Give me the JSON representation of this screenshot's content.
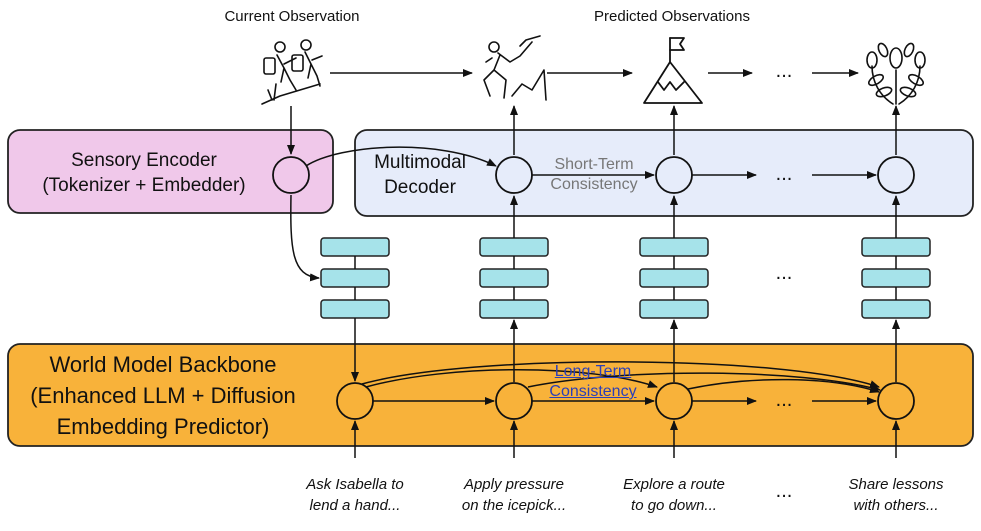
{
  "top": {
    "current_observation": "Current Observation",
    "predicted_observations": "Predicted Observations"
  },
  "encoder": {
    "line1": "Sensory Encoder",
    "line2": "(Tokenizer + Embedder)"
  },
  "decoder": {
    "line1": "Multimodal",
    "line2": "Decoder",
    "annotation_line1": "Short-Term",
    "annotation_line2": "Consistency"
  },
  "backbone": {
    "line1": "World Model Backbone",
    "line2": "(Enhanced LLM + Diffusion",
    "line3": "Embedding Predictor)",
    "annotation_line1": "Long-Term",
    "annotation_line2": "Consistency"
  },
  "actions": [
    {
      "line1": "Ask Isabella to",
      "line2": "lend a hand..."
    },
    {
      "line1": "Apply pressure",
      "line2": "on the icepick..."
    },
    {
      "line1": "Explore a route",
      "line2": "to go down..."
    },
    {
      "line1": "Share lessons",
      "line2": "with others..."
    }
  ],
  "ellipsis": "...",
  "icons": [
    "hikers-icon",
    "climber-icon",
    "mountain-flag-icon",
    "laurel-icon"
  ],
  "colors": {
    "encoder_fill": "#f0c8ea",
    "decoder_fill": "#e6ecfa",
    "backbone_fill": "#f8b23a",
    "token_fill": "#a6e3ea",
    "stroke": "#222222"
  }
}
